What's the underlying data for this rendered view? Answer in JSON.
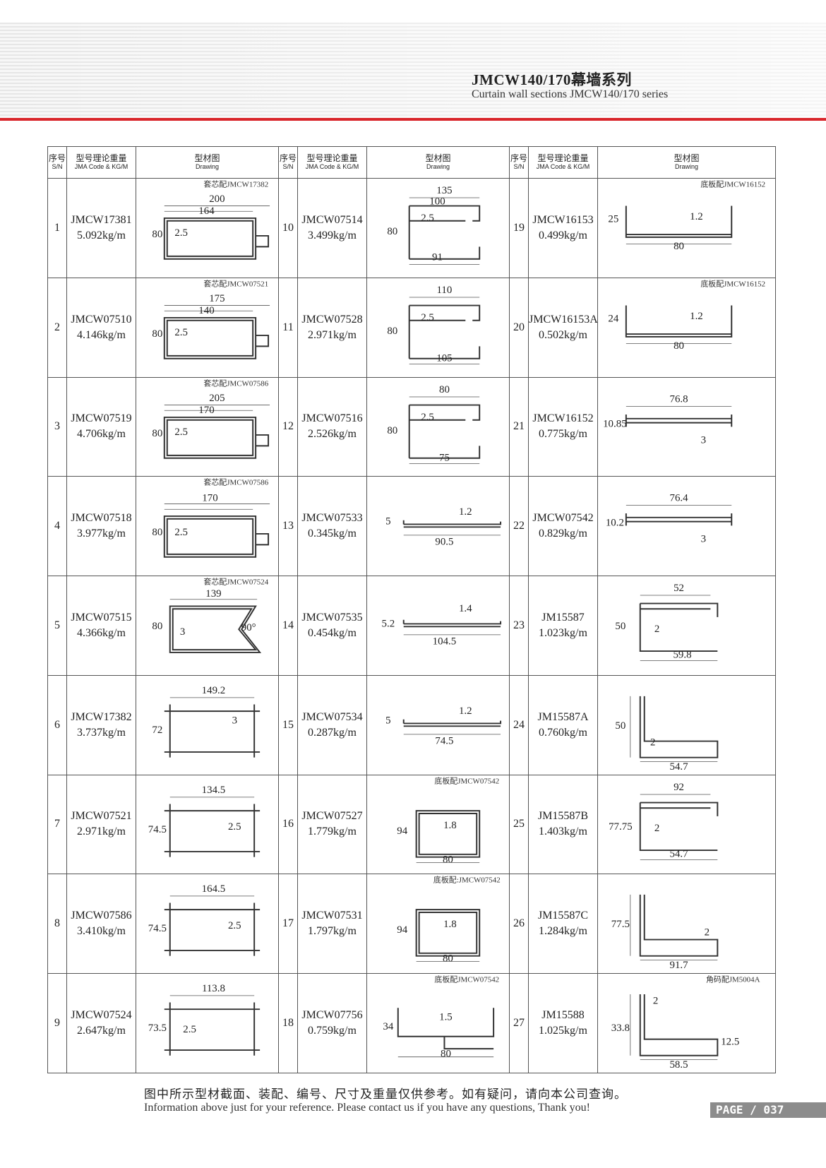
{
  "header": {
    "title_cn": "JMCW140/170幕墙系列",
    "title_en": "Curtain wall sections JMCW140/170 series"
  },
  "table": {
    "columns": {
      "sn_cn": "序号",
      "sn_en": "S/N",
      "code_cn": "型号理论重量",
      "code_en": "JMA Code & KG/M",
      "drawing_cn": "型材图",
      "drawing_en": "Drawing"
    },
    "items": [
      {
        "sn": "1",
        "code": "JMCW17381",
        "weight": "5.092kg/m",
        "tag": "套芯配JMCW17382",
        "dims": [
          "200",
          "164",
          "2.5",
          "80"
        ]
      },
      {
        "sn": "2",
        "code": "JMCW07510",
        "weight": "4.146kg/m",
        "tag": "套芯配JMCW07521",
        "dims": [
          "175",
          "140",
          "2.5",
          "80"
        ]
      },
      {
        "sn": "3",
        "code": "JMCW07519",
        "weight": "4.706kg/m",
        "tag": "套芯配JMCW07586",
        "dims": [
          "205",
          "170",
          "2.5",
          "80"
        ]
      },
      {
        "sn": "4",
        "code": "JMCW07518",
        "weight": "3.977kg/m",
        "tag": "套芯配JMCW07586",
        "dims": [
          "170",
          "2.5",
          "80"
        ]
      },
      {
        "sn": "5",
        "code": "JMCW07515",
        "weight": "4.366kg/m",
        "tag": "套芯配JMCW07524",
        "dims": [
          "139",
          "3",
          "80",
          "90°"
        ]
      },
      {
        "sn": "6",
        "code": "JMCW17382",
        "weight": "3.737kg/m",
        "tag": "",
        "dims": [
          "149.2",
          "3",
          "72"
        ]
      },
      {
        "sn": "7",
        "code": "JMCW07521",
        "weight": "2.971kg/m",
        "tag": "",
        "dims": [
          "134.5",
          "2.5",
          "74.5"
        ]
      },
      {
        "sn": "8",
        "code": "JMCW07586",
        "weight": "3.410kg/m",
        "tag": "",
        "dims": [
          "164.5",
          "2.5",
          "74.5"
        ]
      },
      {
        "sn": "9",
        "code": "JMCW07524",
        "weight": "2.647kg/m",
        "tag": "",
        "dims": [
          "113.8",
          "2.5",
          "73.5"
        ]
      },
      {
        "sn": "10",
        "code": "JMCW07514",
        "weight": "3.499kg/m",
        "tag": "",
        "dims": [
          "135",
          "100",
          "2.5",
          "80",
          "91"
        ]
      },
      {
        "sn": "11",
        "code": "JMCW07528",
        "weight": "2.971kg/m",
        "tag": "",
        "dims": [
          "110",
          "2.5",
          "80",
          "105"
        ]
      },
      {
        "sn": "12",
        "code": "JMCW07516",
        "weight": "2.526kg/m",
        "tag": "",
        "dims": [
          "80",
          "2.5",
          "80",
          "75"
        ]
      },
      {
        "sn": "13",
        "code": "JMCW07533",
        "weight": "0.345kg/m",
        "tag": "",
        "dims": [
          "5",
          "1.2",
          "90.5"
        ]
      },
      {
        "sn": "14",
        "code": "JMCW07535",
        "weight": "0.454kg/m",
        "tag": "",
        "dims": [
          "5.2",
          "1.4",
          "104.5"
        ]
      },
      {
        "sn": "15",
        "code": "JMCW07534",
        "weight": "0.287kg/m",
        "tag": "",
        "dims": [
          "5",
          "1.2",
          "74.5"
        ]
      },
      {
        "sn": "16",
        "code": "JMCW07527",
        "weight": "1.779kg/m",
        "tag": "底板配JMCW07542",
        "dims": [
          "94",
          "1.8",
          "80"
        ]
      },
      {
        "sn": "17",
        "code": "JMCW07531",
        "weight": "1.797kg/m",
        "tag": "底板配:JMCW07542",
        "dims": [
          "94",
          "1.8",
          "80"
        ]
      },
      {
        "sn": "18",
        "code": "JMCW07756",
        "weight": "0.759kg/m",
        "tag": "底板配JMCW07542",
        "dims": [
          "34",
          "1.5",
          "80"
        ]
      },
      {
        "sn": "19",
        "code": "JMCW16153",
        "weight": "0.499kg/m",
        "tag": "底板配JMCW16152",
        "dims": [
          "25",
          "1.2",
          "80"
        ]
      },
      {
        "sn": "20",
        "code": "JMCW16153A",
        "weight": "0.502kg/m",
        "tag": "底板配JMCW16152",
        "dims": [
          "24",
          "1.2",
          "80"
        ]
      },
      {
        "sn": "21",
        "code": "JMCW16152",
        "weight": "0.775kg/m",
        "tag": "",
        "dims": [
          "76.8",
          "10.85",
          "3"
        ]
      },
      {
        "sn": "22",
        "code": "JMCW07542",
        "weight": "0.829kg/m",
        "tag": "",
        "dims": [
          "76.4",
          "10.2",
          "3"
        ]
      },
      {
        "sn": "23",
        "code": "JM15587",
        "weight": "1.023kg/m",
        "tag": "",
        "dims": [
          "52",
          "50",
          "2",
          "59.8"
        ]
      },
      {
        "sn": "24",
        "code": "JM15587A",
        "weight": "0.760kg/m",
        "tag": "",
        "dims": [
          "50",
          "2",
          "54.7"
        ]
      },
      {
        "sn": "25",
        "code": "JM15587B",
        "weight": "1.403kg/m",
        "tag": "",
        "dims": [
          "92",
          "77.75",
          "2",
          "54.7"
        ]
      },
      {
        "sn": "26",
        "code": "JM15587C",
        "weight": "1.284kg/m",
        "tag": "",
        "dims": [
          "77.5",
          "2",
          "91.7"
        ]
      },
      {
        "sn": "27",
        "code": "JM15588",
        "weight": "1.025kg/m",
        "tag": "角码配JM5004A",
        "dims": [
          "2",
          "33.8",
          "12.5",
          "58.5"
        ]
      }
    ]
  },
  "footer": {
    "note_cn": "图中所示型材截面、装配、编号、尺寸及重量仅供参考。如有疑问，请向本公司查询。",
    "note_en": "Information above just for your reference. Please contact us if you have any questions, Thank you!",
    "page": "PAGE / 037"
  },
  "colors": {
    "accent": "#d9262b",
    "page_tab": "#8c8c8c"
  }
}
